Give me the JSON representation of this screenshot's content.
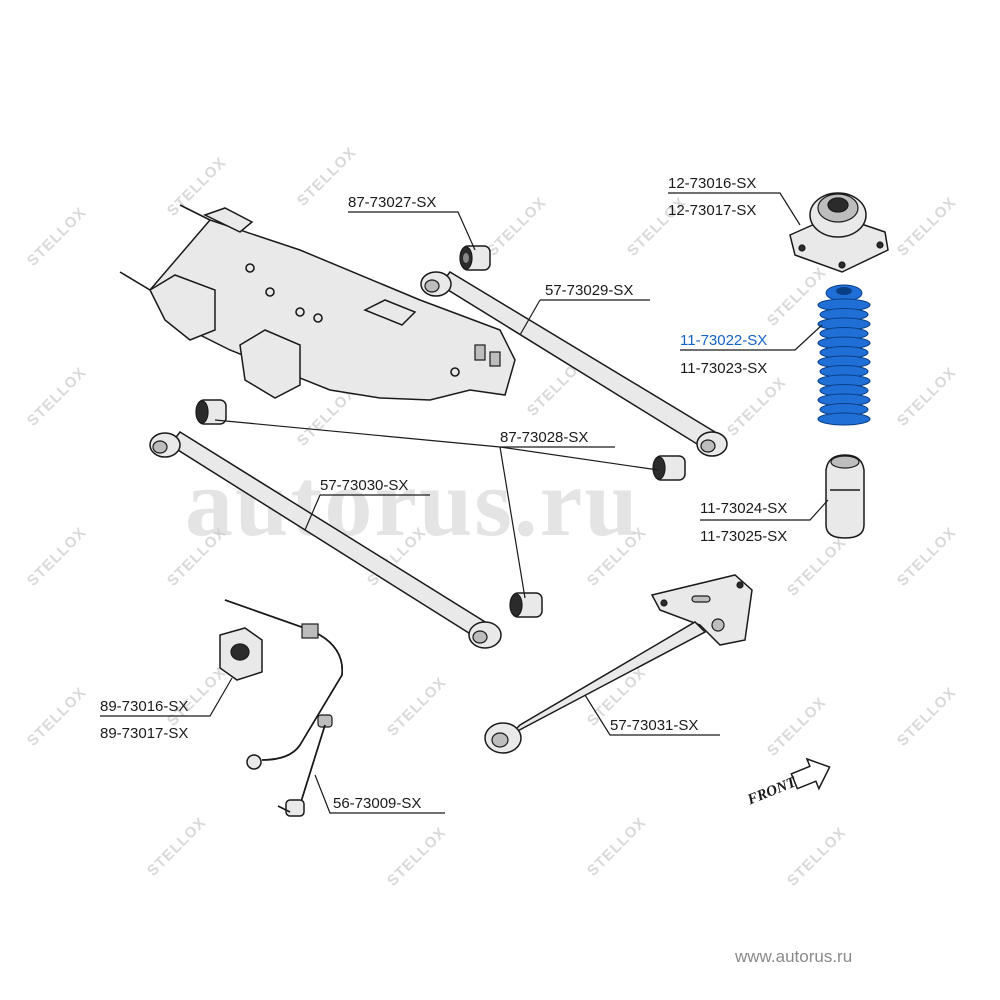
{
  "labels": {
    "l_87_73027": "87-73027-SX",
    "l_12_73016": "12-73016-SX",
    "l_12_73017": "12-73017-SX",
    "l_57_73029": "57-73029-SX",
    "l_11_73022": "11-73022-SX",
    "l_11_73023": "11-73023-SX",
    "l_87_73028": "87-73028-SX",
    "l_57_73030": "57-73030-SX",
    "l_11_73024": "11-73024-SX",
    "l_11_73025": "11-73025-SX",
    "l_89_73016": "89-73016-SX",
    "l_89_73017": "89-73017-SX",
    "l_57_73031": "57-73031-SX",
    "l_56_73009": "56-73009-SX"
  },
  "front_label": "FRONT",
  "watermark": {
    "brand": "STELLOX",
    "big_text": "autorus.ru"
  },
  "site_url": "www.autorus.ru",
  "colors": {
    "highlight": "#1463c8",
    "boot_blue": "#1f6fd6",
    "watermark_gray": "#d9d9d9"
  }
}
